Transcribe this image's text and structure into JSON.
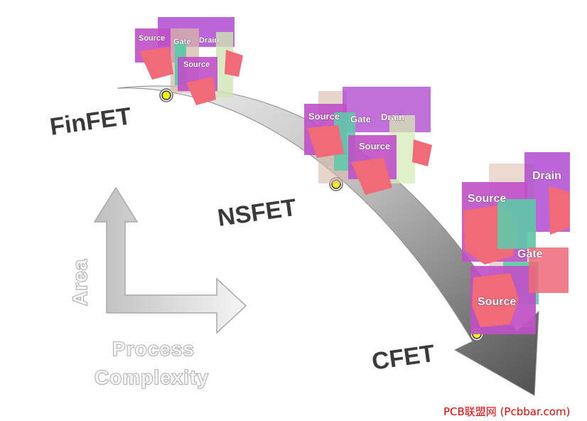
{
  "nodes": {
    "finfet": {
      "label": "FinFET",
      "parts": {
        "source_top": "Source",
        "gate": "Gate",
        "drain": "Drain",
        "source_bottom": "Source"
      }
    },
    "nsfet": {
      "label": "NSFET",
      "parts": {
        "source_top": "Source",
        "gate": "Gate",
        "drain": "Drain",
        "source_bottom": "Source"
      }
    },
    "cfet": {
      "label": "CFET",
      "parts": {
        "source_top": "Source",
        "drain": "Drain",
        "gate": "Gate",
        "source_bottom": "Source"
      }
    }
  },
  "axes": {
    "y_label": "Area",
    "x_label_line1": "Process",
    "x_label_line2": "Complexity"
  },
  "watermark": "PCB联盟网 (Pcbbar.com)",
  "colors": {
    "source": "#c04fc8",
    "drain": "#b14bd0",
    "gate": "#d7b9a8",
    "channel": "#5fc9a8",
    "contact": "#f06a78",
    "arrow_dark": "#555555",
    "marker": "#f5ef1a",
    "watermark": "#e60000"
  }
}
